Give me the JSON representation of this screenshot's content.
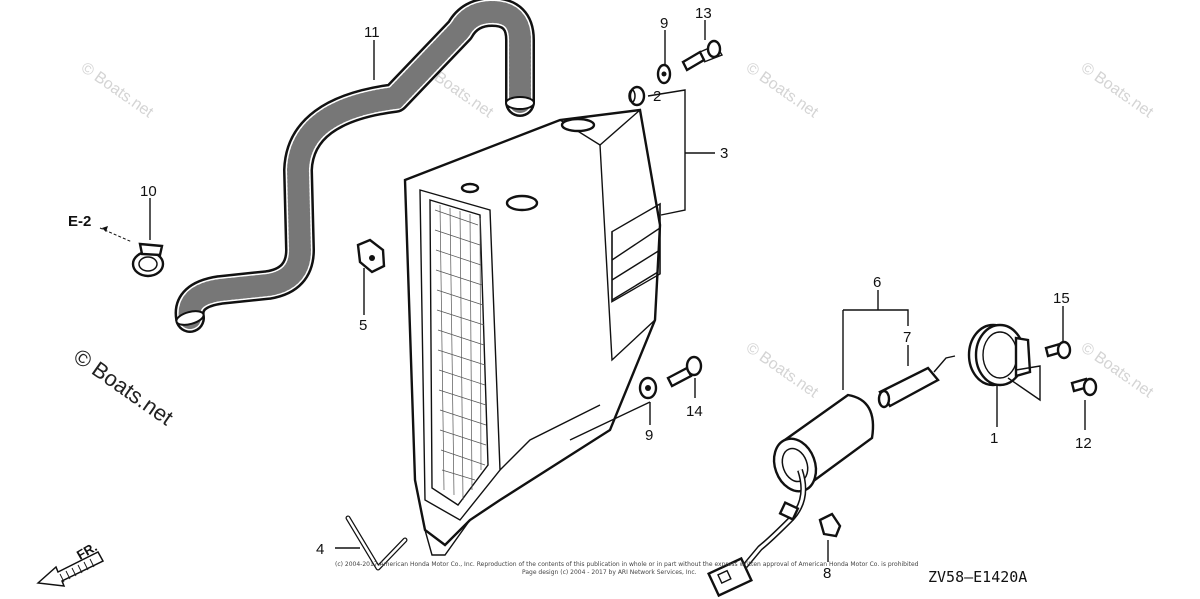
{
  "watermark": {
    "text": "© Boats.net",
    "large_text": "© Boats.net"
  },
  "callouts": {
    "c1": "1",
    "c2": "2",
    "c3": "3",
    "c4": "4",
    "c5": "5",
    "c6": "6",
    "c7": "7",
    "c8": "8",
    "c9a": "9",
    "c9b": "9",
    "c10": "10",
    "c11": "11",
    "c12": "12",
    "c13": "13",
    "c14": "14",
    "c15": "15"
  },
  "ref": {
    "e2": "E-2",
    "fr": "FR."
  },
  "diagram_code": "ZV58—E1420A",
  "footer": {
    "line1": "(c) 2004-2017 American Honda Motor Co., Inc. Reproduction of the contents of this publication in whole or in part without the express written approval of American Honda Motor Co. is prohibited",
    "line2": "Page design (c) 2004 - 2017 by ARI Network Services, Inc."
  },
  "icons": {
    "hose": "rubber-hose-icon",
    "cover": "air-cleaner-cover-icon",
    "filter": "fuel-filter-icon",
    "band": "hose-band-icon",
    "clip": "clip-icon"
  }
}
